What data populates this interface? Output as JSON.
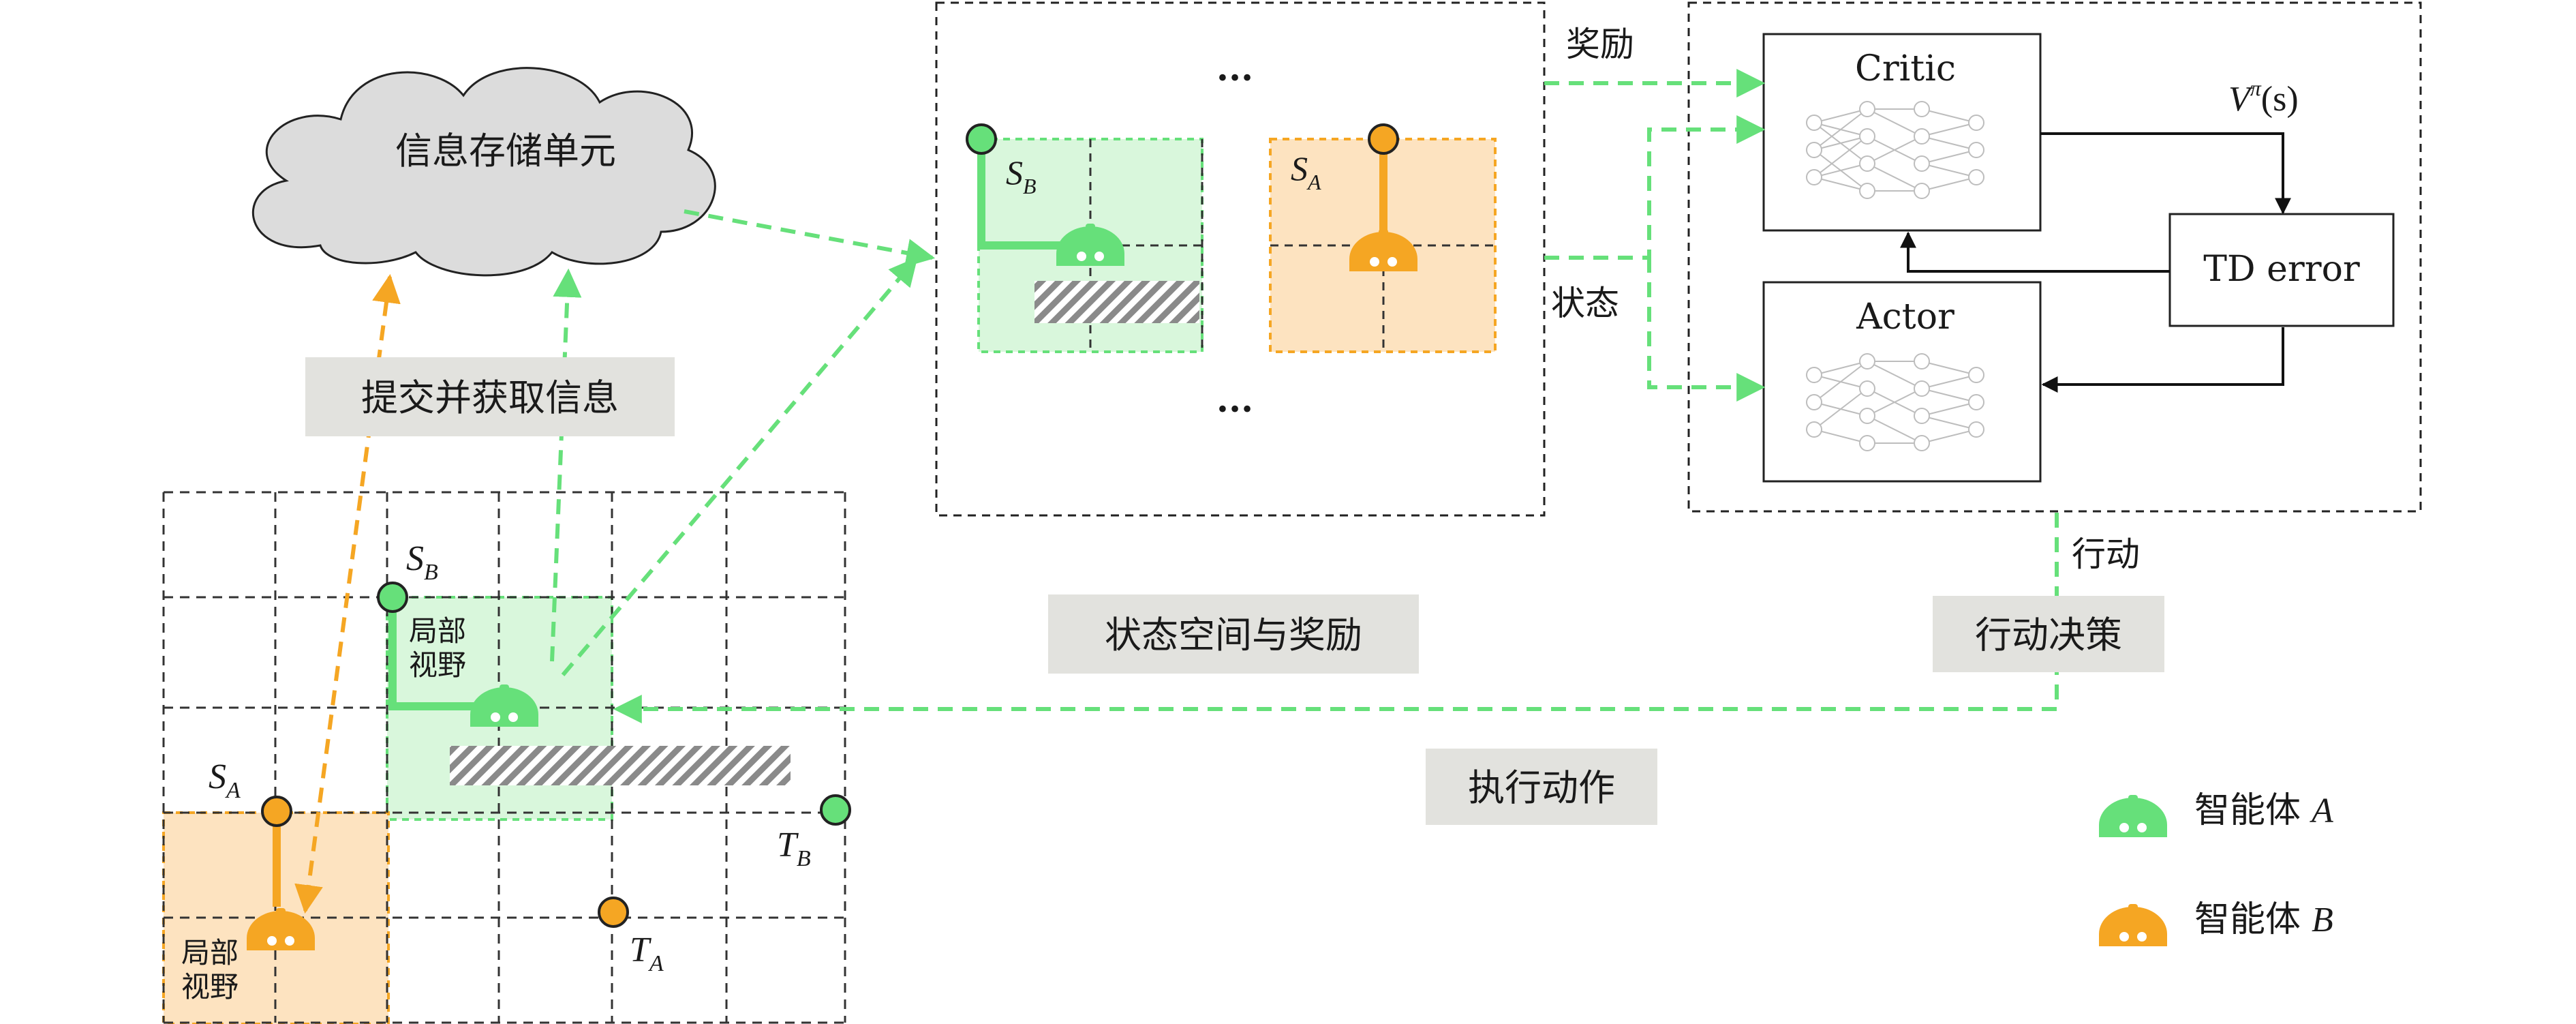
{
  "cloud": {
    "label": "信息存储单元"
  },
  "labels": {
    "submit": "提交并获取信息",
    "state_space": "状态空间与奖励",
    "action_decision": "行动决策",
    "execute": "执行动作",
    "reward": "奖励",
    "state": "状态",
    "action": "行动",
    "local_view": [
      "局部",
      "视野"
    ]
  },
  "panel": {
    "ellipsis": "..."
  },
  "rl": {
    "critic": "Critic",
    "actor": "Actor",
    "td_error": "TD error",
    "value_v": "V",
    "value_pi": "π",
    "value_s": "(s)"
  },
  "points": {
    "S": "S",
    "T": "T",
    "sub_a": "A",
    "sub_b": "B"
  },
  "legend": [
    {
      "label": "智能体",
      "agent": "A",
      "color": "#66e07a"
    },
    {
      "label": "智能体",
      "agent": "B",
      "color": "#f5a623"
    }
  ],
  "colors": {
    "green": "#66e07a",
    "green_fill": "#d9f7dc",
    "orange": "#f5a623",
    "orange_fill": "#fde3c0",
    "label_bg": "#e2e2de",
    "cloud_fill": "#dcdcdc"
  }
}
